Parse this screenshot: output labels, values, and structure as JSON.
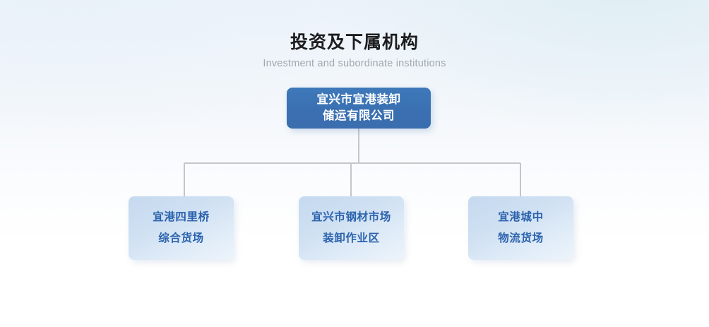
{
  "heading": {
    "title": "投资及下属机构",
    "subtitle": "Investment and subordinate institutions"
  },
  "colors": {
    "root_box": "#3a72b5",
    "root_text": "#ffffff",
    "child_box_start": "#c5d9ef",
    "child_box_end": "#edf4fb",
    "child_text": "#2a62ad",
    "connector_line": "#c4c6c8",
    "title_text": "#1d1d1f",
    "subtitle_text": "#a2a7ad",
    "background_top": "#edf3fa",
    "background_bottom": "#ffffff"
  },
  "org_chart": {
    "root": {
      "name": "宜兴市宜港装卸储运有限公司",
      "lines": [
        "宜兴市宜港装卸",
        "储运有限公司"
      ]
    },
    "children": [
      {
        "name": "宜港四里桥综合货场",
        "lines": [
          "宜港四里桥",
          "综合货场"
        ]
      },
      {
        "name": "宜兴市钢材市场装卸作业区",
        "lines": [
          "宜兴市钢材市场",
          "装卸作业区"
        ]
      },
      {
        "name": "宜港城中物流货场",
        "lines": [
          "宜港城中",
          "物流货场"
        ]
      }
    ]
  }
}
